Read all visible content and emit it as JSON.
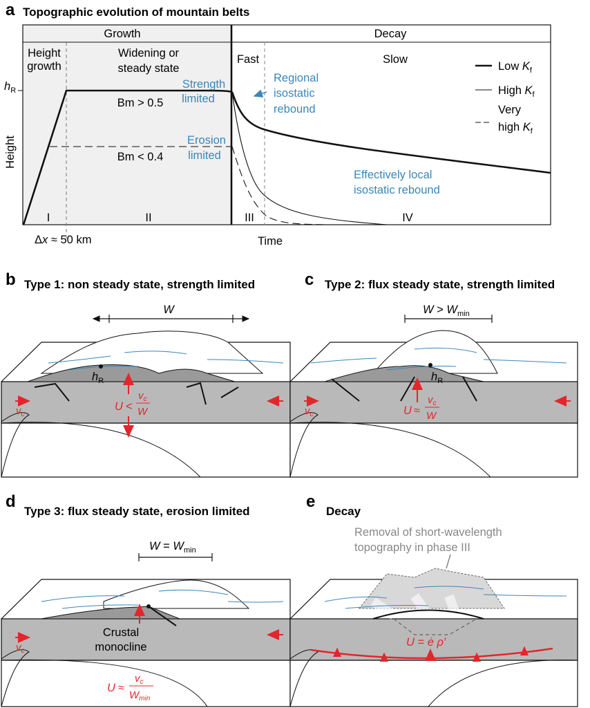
{
  "panel_a": {
    "letter": "a",
    "title": "Topographic evolution of mountain belts",
    "growth": "Growth",
    "decay": "Decay",
    "height_growth_1": "Height",
    "height_growth_2": "growth",
    "widening_1": "Widening or",
    "widening_2": "steady state",
    "fast": "Fast",
    "slow": "Slow",
    "hR": "h",
    "hR_sub": "R",
    "ylabel": "Height",
    "xlabel": "Time",
    "strength_1": "Strength",
    "strength_2": "limited",
    "erosion_1": "Erosion",
    "erosion_2": "limited",
    "bm_high": "Bm > 0.5",
    "bm_low": "Bm < 0.4",
    "regional_1": "Regional",
    "regional_2": "isostatic",
    "regional_3": "rebound",
    "local_1": "Effectively local",
    "local_2": "isostatic rebound",
    "phase_I": "I",
    "phase_II": "II",
    "phase_III": "III",
    "phase_IV": "IV",
    "dx_pre": "Δ",
    "dx_x": "x",
    "dx_post": " ≈ 50 km",
    "legend": {
      "low_pre": "Low ",
      "high_pre": "High ",
      "very_1": "Very",
      "very_2_pre": "high ",
      "K": "K",
      "f": "f"
    }
  },
  "panel_b": {
    "letter": "b",
    "title": "Type 1: non steady state, strength limited",
    "W": "W",
    "hR": "h",
    "hR_sub": "R",
    "U": "U",
    "rel": "<",
    "vc_num": "v",
    "vc_sub": "c",
    "den": "W",
    "vc_side": "v",
    "vc_side_sub": "c"
  },
  "panel_c": {
    "letter": "c",
    "title": "Type 2: flux steady state, strength limited",
    "W": "W",
    "gt": " > ",
    "Wmin": "W",
    "min": "min",
    "hR": "h",
    "hR_sub": "R",
    "U": "U",
    "rel": "≈",
    "vc_num": "v",
    "vc_sub": "c",
    "den": "W",
    "vc_side": "v",
    "vc_side_sub": "c"
  },
  "panel_d": {
    "letter": "d",
    "title": "Type 3: flux steady state, erosion limited",
    "W": "W",
    "eq": " = ",
    "Wmin": "W",
    "min": "min",
    "crustal_1": "Crustal",
    "crustal_2": "monocline",
    "U": "U",
    "rel": "≈",
    "vc_num": "v",
    "vc_sub": "c",
    "den": "W",
    "den_sub": "min",
    "vc_side": "v",
    "vc_side_sub": "c"
  },
  "panel_e": {
    "letter": "e",
    "title": "Decay",
    "removal_1": "Removal of short-wavelength",
    "removal_2": "topography in phase III",
    "U": "U",
    "eq": " = ",
    "edot": "ė",
    "rho": "ρ′"
  },
  "colors": {
    "blue_text": "#3a86b8",
    "red": "#e2262b",
    "crust_grey": "#b9b9b9",
    "plot_shade": "#f0f0f0"
  }
}
